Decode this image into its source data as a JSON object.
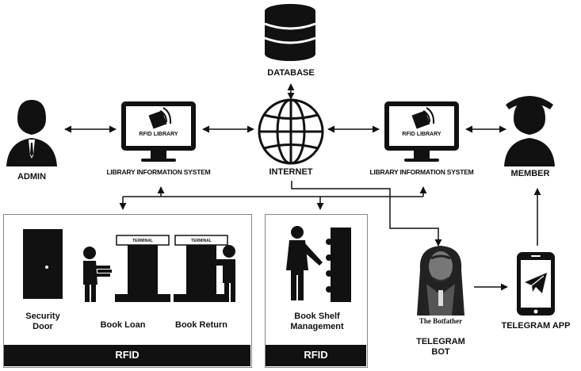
{
  "labels": {
    "database": "DATABASE",
    "internet": "INTERNET",
    "admin": "ADMIN",
    "member": "MEMBER",
    "lis_left": "LIBRARY INFORMATION SYSTEM",
    "lis_right": "LIBRARY INFORMATION SYSTEM",
    "rfid_library_left": "RFID LIBRARY",
    "rfid_library_right": "RFID LIBRARY",
    "telegram_bot_line1": "TELEGRAM",
    "telegram_bot_line2": "BOT",
    "telegram_app": "TELEGRAM APP",
    "botfather_logo": "The Botfather"
  },
  "panel_left": {
    "security_door_line1": "Security",
    "security_door_line2": "Door",
    "book_loan": "Book Loan",
    "book_return": "Book Return",
    "terminal_1": "TERMINAL",
    "terminal_2": "TERMINAL",
    "footer": "RFID"
  },
  "panel_right": {
    "shelf_line1": "Book Shelf",
    "shelf_line2": "Management",
    "footer": "RFID"
  },
  "icons": [
    "database-icon",
    "globe-icon",
    "admin-person-icon",
    "member-person-icon",
    "monitor-icon",
    "door-icon",
    "person-books-icon",
    "terminal-icon",
    "bookshelf-icon",
    "botfather-icon",
    "phone-telegram-icon"
  ]
}
